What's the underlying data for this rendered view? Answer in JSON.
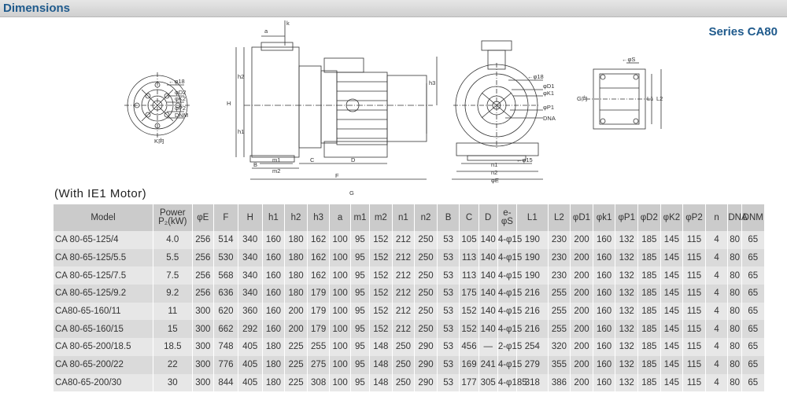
{
  "header": {
    "title": "Dimensions"
  },
  "series": "Series CA80",
  "caption": "(With IE1 Motor)",
  "drawing_labels": {
    "front": [
      "←φ18",
      "φD2",
      "φK2",
      "φP2",
      "DNM",
      "K向"
    ],
    "side": [
      "a",
      "k",
      "h2",
      "H",
      "h1",
      "h3",
      "B",
      "m1",
      "m2",
      "C",
      "D",
      "F",
      "G"
    ],
    "end": [
      "←φ18",
      "φD1",
      "φK1",
      "φP1",
      "DNA",
      "n1",
      "n2",
      "φE",
      "←φ15"
    ],
    "top": [
      "←φS",
      "G向",
      "L1",
      "L2"
    ]
  },
  "table": {
    "headers": [
      "Model",
      "Power",
      "P₂(kW)",
      "φE",
      "F",
      "H",
      "h1",
      "h2",
      "h3",
      "a",
      "m1",
      "m2",
      "n1",
      "n2",
      "B",
      "C",
      "D",
      "e-φS",
      "L1",
      "L2",
      "φD1",
      "φk1",
      "φP1",
      "φD2",
      "φK2",
      "φP2",
      "n",
      "DNA",
      "DNM"
    ],
    "rows": [
      [
        "CA 80-65-125/4",
        "4.0",
        "256",
        "514",
        "340",
        "160",
        "180",
        "162",
        "100",
        "95",
        "152",
        "212",
        "250",
        "53",
        "105",
        "140",
        "4-φ15",
        "190",
        "230",
        "200",
        "160",
        "132",
        "185",
        "145",
        "115",
        "4",
        "80",
        "65"
      ],
      [
        "CA 80-65-125/5.5",
        "5.5",
        "256",
        "530",
        "340",
        "160",
        "180",
        "162",
        "100",
        "95",
        "152",
        "212",
        "250",
        "53",
        "113",
        "140",
        "4-φ15",
        "190",
        "230",
        "200",
        "160",
        "132",
        "185",
        "145",
        "115",
        "4",
        "80",
        "65"
      ],
      [
        "CA 80-65-125/7.5",
        "7.5",
        "256",
        "568",
        "340",
        "160",
        "180",
        "162",
        "100",
        "95",
        "152",
        "212",
        "250",
        "53",
        "113",
        "140",
        "4-φ15",
        "190",
        "230",
        "200",
        "160",
        "132",
        "185",
        "145",
        "115",
        "4",
        "80",
        "65"
      ],
      [
        "CA 80-65-125/9.2",
        "9.2",
        "256",
        "636",
        "340",
        "160",
        "180",
        "179",
        "100",
        "95",
        "152",
        "212",
        "250",
        "53",
        "175",
        "140",
        "4-φ15",
        "216",
        "255",
        "200",
        "160",
        "132",
        "185",
        "145",
        "115",
        "4",
        "80",
        "65"
      ],
      [
        "CA80-65-160/11",
        "11",
        "300",
        "620",
        "360",
        "160",
        "200",
        "179",
        "100",
        "95",
        "152",
        "212",
        "250",
        "53",
        "152",
        "140",
        "4-φ15",
        "216",
        "255",
        "200",
        "160",
        "132",
        "185",
        "145",
        "115",
        "4",
        "80",
        "65"
      ],
      [
        "CA 80-65-160/15",
        "15",
        "300",
        "662",
        "292",
        "160",
        "200",
        "179",
        "100",
        "95",
        "152",
        "212",
        "250",
        "53",
        "152",
        "140",
        "4-φ15",
        "216",
        "255",
        "200",
        "160",
        "132",
        "185",
        "145",
        "115",
        "4",
        "80",
        "65"
      ],
      [
        "CA 80-65-200/18.5",
        "18.5",
        "300",
        "748",
        "405",
        "180",
        "225",
        "255",
        "100",
        "95",
        "148",
        "250",
        "290",
        "53",
        "456",
        "—",
        "2-φ15",
        "254",
        "320",
        "200",
        "160",
        "132",
        "185",
        "145",
        "115",
        "4",
        "80",
        "65"
      ],
      [
        "CA 80-65-200/22",
        "22",
        "300",
        "776",
        "405",
        "180",
        "225",
        "275",
        "100",
        "95",
        "148",
        "250",
        "290",
        "53",
        "169",
        "241",
        "4-φ15",
        "279",
        "355",
        "200",
        "160",
        "132",
        "185",
        "145",
        "115",
        "4",
        "80",
        "65"
      ],
      [
        "CA80-65-200/30",
        "30",
        "300",
        "844",
        "405",
        "180",
        "225",
        "308",
        "100",
        "95",
        "148",
        "250",
        "290",
        "53",
        "177",
        "305",
        "4-φ185",
        "318",
        "386",
        "200",
        "160",
        "132",
        "185",
        "145",
        "115",
        "4",
        "80",
        "65"
      ]
    ]
  }
}
